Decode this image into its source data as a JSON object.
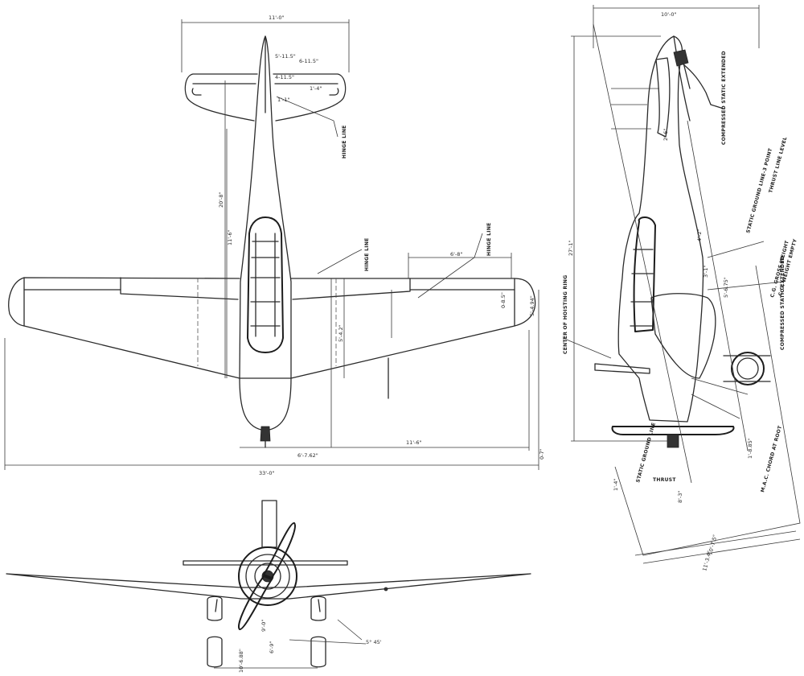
{
  "plan_view": {
    "span": "33'-0\"",
    "tail_span": "11'-0\"",
    "length_cockpit": "20'-8\"",
    "length_fwd": "11'-6\"",
    "half_span": "11'-6\"",
    "wing_root": "5'-4.2\"",
    "chord_tip": "0-8.5\"",
    "tip_chord": "5'-4.94\"",
    "tip_offset": "0-7\"",
    "aileron_length": "6'-8\"",
    "dim_axis": "6'-7.62\"",
    "hinge_line_wing": "HINGE LINE",
    "hinge_line_aileron": "HINGE LINE",
    "hinge_line_tail": "HINGE LINE",
    "tail_dims": [
      "5'-11.5\"",
      "6-11.5\"",
      "4-11.5\"",
      "1'-4\"",
      "1'-1\""
    ]
  },
  "front_view": {
    "prop_dim": "9'-0\"",
    "gear_dim": "6'-9\"",
    "track_dim": "10'-6.88\"",
    "dihedral": "5° 45'"
  },
  "side_view": {
    "length": "27'-1\"",
    "top_height": "10'-0\"",
    "label_hoisting_ring": "CENTER OF HOISTING RING",
    "label_compressed_static_extended": "COMPRESSED STATIC EXTENDED",
    "label_static_ground_line": "STATIC GROUND LINE-3 POINT",
    "label_thrust_line": "THRUST LINE LEVEL",
    "label_cg_gross": "C.G. GROSS WEIGHT",
    "label_cg_empty": "C.G. WEIGHT EMPTY",
    "label_compressed_lower": "COMPRESSED STATIC EXTENDED",
    "label_mac": "M.A.C. CHORD AT ROOT",
    "label_thrust": "THRUST",
    "label_ground_angle": "STATIC GROUND LINE",
    "dim_bottom_1": "10'-7.5\"",
    "dim_bottom_2": "11'-3.4\"",
    "dim_small": [
      "1'-4\"",
      "8'-3\"",
      "1'-8.85\"",
      "2'-6\"",
      "3'-1\"",
      "5'-6.75\"",
      "4'-2\""
    ]
  }
}
